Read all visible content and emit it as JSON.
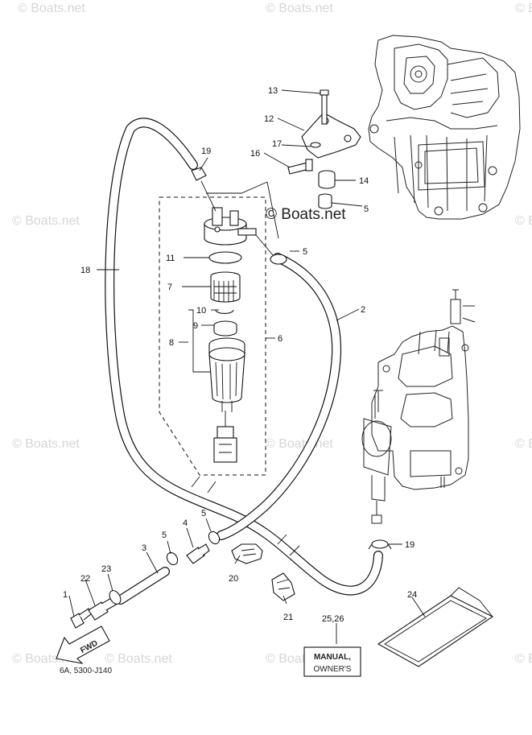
{
  "watermarks": [
    "© Boats.net",
    "© Boats.net",
    "© Boats.net",
    "© Boats.net",
    "© Boats.net",
    "© Boats.net",
    "© Boats.net",
    "© Boats.net",
    "© Boats.net",
    "© Boats.net",
    "© Boats.net",
    "© Boats.net"
  ],
  "center_watermark": "© Boats.net",
  "callouts": {
    "c1": "1",
    "c2": "2",
    "c3": "3",
    "c4": "4",
    "c5a": "5",
    "c5b": "5",
    "c5c": "5",
    "c5d": "5",
    "c6": "6",
    "c7": "7",
    "c8": "8",
    "c9": "9",
    "c10": "10",
    "c11": "11",
    "c12": "12",
    "c13": "13",
    "c14": "14",
    "c16": "16",
    "c17": "17",
    "c18": "18",
    "c19a": "19",
    "c19b": "19",
    "c20": "20",
    "c21": "21",
    "c22": "22",
    "c23": "23",
    "c24": "24",
    "c2526": "25,26"
  },
  "manual_label": {
    "line1": "MANUAL,",
    "line2": "OWNER'S"
  },
  "fwd_label": "FWD",
  "diagram_code": "6A, 5300-J140"
}
